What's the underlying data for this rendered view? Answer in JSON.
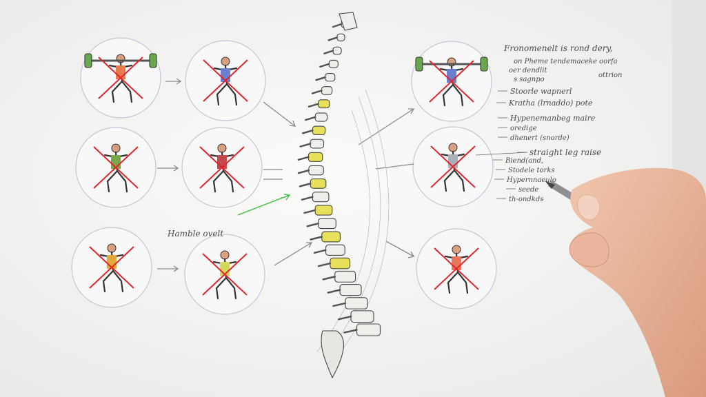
{
  "notes": {
    "left_label": "Hamble ovelt",
    "lines": [
      "Fronomenelt is rond dery,",
      "on Pheme tendemaceke oorfa",
      "oer dendlit",
      "s  sagnpo",
      "Stoorle wapnerl",
      "Kratha (lrnaddo) pote",
      "Hypenemanbeg maire",
      "oredige",
      "dhenert (snorde)",
      "straight leg raise",
      "Biend(and,",
      "Stodele torks",
      "Hypernnaeulo",
      "seede",
      "th-ondkds"
    ],
    "side_scribble": "ottrion"
  },
  "colors": {
    "paper": "#f3f3f2",
    "cross": "#e0262b",
    "vertebra_highlight": "#e6e05a",
    "pencil": "#6d6d6d",
    "skin": "#e8b49a",
    "arrow_green": "#4cc44c"
  },
  "exercises": [
    {
      "icon": "barbell-squat-icon",
      "crossed": true
    },
    {
      "icon": "lying-stretch-icon",
      "crossed": true
    },
    {
      "icon": "seated-twist-icon",
      "crossed": true
    },
    {
      "icon": "deep-squat-icon",
      "crossed": true
    },
    {
      "icon": "standing-figure-icon",
      "crossed": true
    },
    {
      "icon": "overhead-lift-icon",
      "crossed": true
    },
    {
      "icon": "bench-press-icon",
      "crossed": true
    },
    {
      "icon": "wheel-rollout-icon",
      "crossed": true
    },
    {
      "icon": "lunge-twist-icon",
      "crossed": true
    }
  ]
}
